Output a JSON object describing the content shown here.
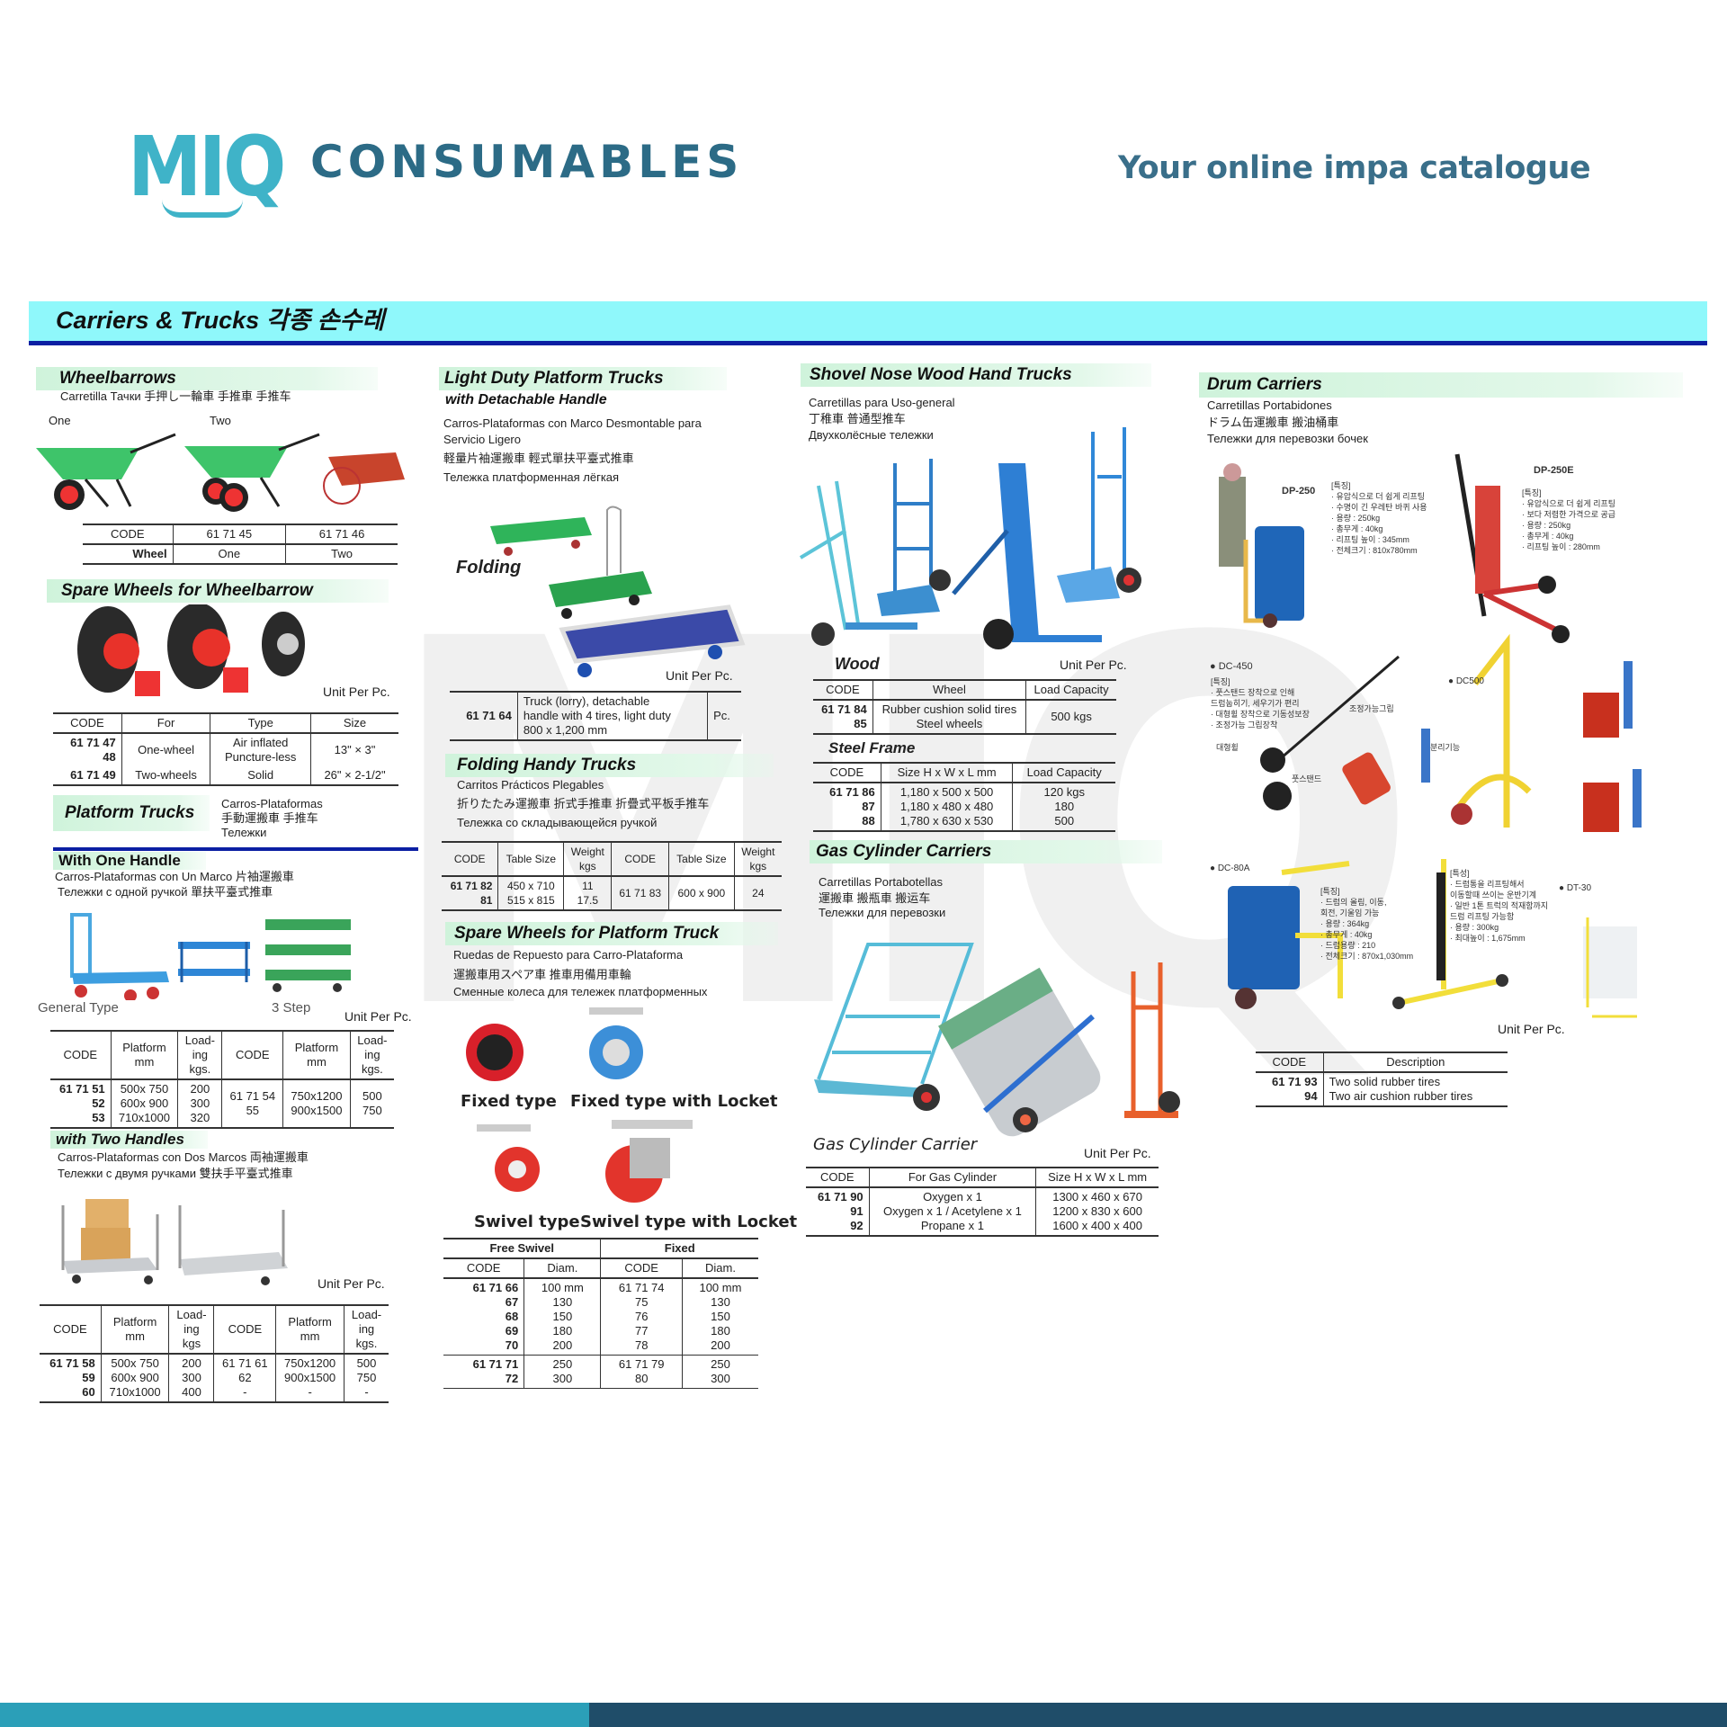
{
  "header": {
    "logo_mark": "MIQ",
    "logo_text": "CONSUMABLES",
    "tagline": "Your online impa catalogue",
    "watermark": "MIQ"
  },
  "banner": {
    "title": "Carriers & Trucks  각종 손수레"
  },
  "colors": {
    "banner": "#8ff8fb",
    "banner_line": "#0b1fa3",
    "brand": "#3fb3c8",
    "brand_dark": "#2c6b86",
    "section_band": "#cff3db"
  },
  "wheelbarrows": {
    "title": "Wheelbarrows",
    "subtitle": "Carretilla Тачки 手押し一輪車  手推車  手推车",
    "label_one": "One",
    "label_two": "Two",
    "table": {
      "headers": [
        "CODE",
        "61 71 45",
        "61 71 46"
      ],
      "rows": [
        [
          "Wheel",
          "One",
          "Two"
        ]
      ]
    }
  },
  "spare_wheelbarrow": {
    "title": "Spare Wheels for Wheelbarrow",
    "unit": "Unit Per Pc.",
    "table": {
      "headers": [
        "CODE",
        "For",
        "Type",
        "Size"
      ],
      "rows": [
        [
          "61 71 47\n48",
          "One-wheel",
          "Air inflated\nPuncture-less",
          "13\" × 3\""
        ],
        [
          "61 71 49",
          "Two-wheels",
          "Solid",
          "26\" × 2-1/2\""
        ]
      ]
    }
  },
  "platform_trucks": {
    "title": "Platform Trucks",
    "sub1": "Carros-Plataformas",
    "sub2": "手動運搬車  手推车",
    "sub3": "Тележки",
    "one_handle": {
      "title": "With One Handle",
      "sub1": "Carros-Plataformas con Un Marco 片袖運搬車",
      "sub2": "Тележки с одной ручкой 單扶平臺式推車",
      "label_general": "General Type",
      "label_step": "3 Step",
      "unit": "Unit Per Pc.",
      "table": {
        "headers": [
          "CODE",
          "Platform\nmm",
          "Load-\ning\nkgs.",
          "CODE",
          "Platform\nmm",
          "Load-\ning\nkgs."
        ],
        "rows": [
          [
            "61 71 51\n52\n53",
            "500x 750\n600x 900\n710x1000",
            "200\n300\n320",
            "61 71 54\n55\n ",
            "750x1200\n900x1500\n ",
            "500\n750\n "
          ]
        ]
      }
    },
    "two_handles": {
      "title": "with Two Handles",
      "sub1": "Carros-Plataformas con Dos Marcos 両袖運搬車",
      "sub2": "Тележки с двумя ручками 雙扶手平臺式推車",
      "unit": "Unit Per Pc.",
      "table": {
        "headers": [
          "CODE",
          "Platform\nmm",
          "Load-\ning\nkgs",
          "CODE",
          "Platform\nmm",
          "Load-\ning\nkgs."
        ],
        "rows": [
          [
            "61 71 58\n59\n60",
            "500x 750\n600x 900\n710x1000",
            "200\n300\n400",
            "61 71 61\n62\n-",
            "750x1200\n900x1500\n-",
            "500\n750\n-"
          ]
        ]
      }
    }
  },
  "light_duty": {
    "title": "Light Duty Platform Trucks",
    "title2": "with Detachable Handle",
    "sub1": "Carros-Plataformas con Marco Desmontable para",
    "sub2": "Servicio Ligero",
    "sub3": "軽量片袖運搬車    輕式單扶平臺式推車",
    "sub4": "Тележка платформенная лёгкая",
    "label_folding": "Folding",
    "unit": "Unit Per Pc.",
    "table": {
      "rows": [
        [
          "61 71 64",
          "Truck (lorry), detachable\nhandle with 4 tires, light duty\n800 x 1,200 mm",
          "Pc."
        ]
      ]
    }
  },
  "folding_handy": {
    "title": "Folding Handy Trucks",
    "sub1": "Carritos Prácticos Plegables",
    "sub2": "折りたたみ運搬車  折式手推車  折疊式平板手推车",
    "sub3": "Тележка со складывающейся ручкой",
    "table": {
      "headers": [
        "CODE",
        "Table Size",
        "Weight\nkgs",
        "CODE",
        "Table Size",
        "Weight\nkgs"
      ],
      "rows": [
        [
          "61 71 82\n81",
          "450 x 710\n515 x 815",
          "11\n17.5",
          "61 71 83\n ",
          "600 x 900\n ",
          "24\n "
        ]
      ]
    }
  },
  "spare_platform": {
    "title": "Spare Wheels for Platform Truck",
    "sub1": "Ruedas de Repuesto para Carro-Plataforma",
    "sub2": "運搬車用スペア車   推車用備用車輪",
    "sub3": "Сменные колеса для тележек платформенных",
    "labels": [
      "Fixed type",
      "Fixed type with Locket",
      "Swivel type",
      "Swivel type with Locket"
    ],
    "table": {
      "groups": [
        "Free Swivel",
        "Fixed"
      ],
      "headers": [
        "CODE",
        "Diam.",
        "CODE",
        "Diam."
      ],
      "rows": [
        [
          "61 71 66\n67\n68\n69\n70",
          "100 mm\n130\n150\n180\n200",
          "61 71 74\n75\n76\n77\n78",
          "100 mm\n130\n150\n180\n200"
        ],
        [
          "61 71 71\n72",
          "250\n300",
          "61 71 79\n80",
          "250\n300"
        ]
      ]
    }
  },
  "shovel_nose": {
    "title": "Shovel Nose Wood Hand Trucks",
    "sub1": "Carretillas para Uso-general",
    "sub2": "丁稚車   普通型推车",
    "sub3": "Двухколёсные тележки",
    "wood_label": "Wood",
    "unit": "Unit Per Pc.",
    "wood_table": {
      "headers": [
        "CODE",
        "Wheel",
        "Load Capacity"
      ],
      "rows": [
        [
          "61 71 84\n85",
          "Rubber cushion solid tires\nSteel wheels",
          "500 kgs"
        ]
      ]
    },
    "steel_label": "Steel Frame",
    "steel_table": {
      "headers": [
        "CODE",
        "Size H x W x L mm",
        "Load Capacity"
      ],
      "rows": [
        [
          "61 71 86\n87\n88",
          "1,180 x 500 x 500\n1,180 x 480 x 480\n1,780 x 630 x 530",
          "120  kgs\n180\n500"
        ]
      ]
    }
  },
  "gas_cylinder": {
    "title": "Gas Cylinder Carriers",
    "sub1": "Carretillas Portabotellas",
    "sub2": "運搬車   搬瓶車 搬运车",
    "sub3": "Тележки для перевозки",
    "caption": "Gas Cylinder Carrier",
    "unit": "Unit Per Pc.",
    "table": {
      "headers": [
        "CODE",
        "For Gas Cylinder",
        "Size H x W x L mm"
      ],
      "rows": [
        [
          "61 71 90\n91\n92",
          "Oxygen x 1\nOxygen x 1 / Acetylene x 1\nPropane x 1",
          "1300 x 460 x 670\n1200 x 830 x 600\n1600 x 400 x 400"
        ]
      ]
    }
  },
  "drum_carriers": {
    "title": "Drum Carriers",
    "sub1": "Carretillas Portabidones",
    "sub2": "ドラム缶運搬車    搬油桶車",
    "sub3": "Тележки для перевозки бочек",
    "models": {
      "dp250": {
        "name": "DP-250",
        "notes": "[특징]\n· 유압식으로 더 쉽게 리프팅\n· 수명이 긴 우레탄 바퀴 사용\n· 용량 : 250kg\n· 총무게 : 40kg\n· 리프팅 높이 : 345mm\n· 전체크기 : 810x780mm"
      },
      "dp250e": {
        "name": "DP-250E",
        "notes": "[특징]\n· 유압식으로 더 쉽게 리프팅\n· 보다 저렴한 가격으로 공급\n· 용량 : 250kg\n· 총무게 : 40kg\n· 리프팅 높이 : 280mm"
      },
      "dc450": {
        "name": "● DC-450",
        "notes": "[특징]\n· 풋스탠드 장착으로 인해\n  드럼눕히기, 세우기가 편리\n· 대형휠 장착으로 기동성보장\n· 조정가능 그립장착",
        "label_wheel": "대형휠",
        "label_stand": "풋스탠드",
        "label_grip": "조정가능그립"
      },
      "dc500": {
        "name": "● DC500",
        "label_detach": "분리기능"
      },
      "dc80a": {
        "name": "● DC-80A",
        "notes": "[특징]\n· 드럼의 올림, 이동,\n  회전, 기울임 가능\n· 용량 : 364kg\n· 총무게 : 40kg\n· 드럼용량 : 210\n· 전체크기 : 870x1,030mm"
      },
      "lifter": {
        "notes": "[특성]\n· 드럼통을 리프팅해서\n  이동할때 쓰이는 운반기계\n· 일반 1톤 트럭의 적재함까지\n  드럼 리프팅 가능함\n· 용량 : 300kg\n· 최대높이 : 1,675mm"
      },
      "dt30": {
        "name": "● DT-30"
      }
    },
    "unit": "Unit Per Pc.",
    "table": {
      "headers": [
        "CODE",
        "Description"
      ],
      "rows": [
        [
          "61 71 93\n94",
          "Two solid rubber tires\nTwo air cushion rubber tires"
        ]
      ]
    }
  }
}
